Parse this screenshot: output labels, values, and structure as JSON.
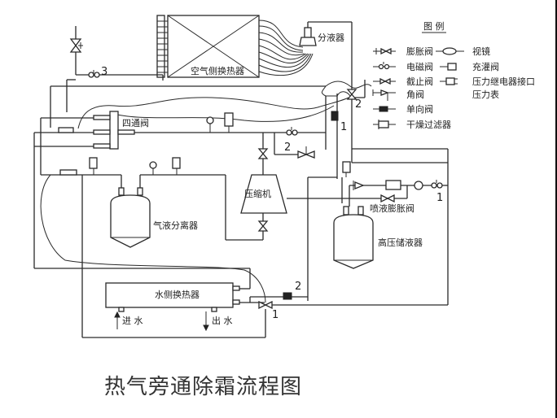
{
  "title": "热气旁通除霜流程图",
  "components": {
    "air_hx": "空气侧换热器",
    "distributor": "分液器",
    "four_way_valve": "四通阀",
    "compressor": "压缩机",
    "gas_liquid_separator": "气液分离器",
    "receiver": "高压储液器",
    "spray_exp_valve": "喷液膨胀阀",
    "water_hx": "水侧换热器",
    "water_in": "进 水",
    "water_out": "出 水"
  },
  "numbers": {
    "n3": "3",
    "n2a": "2",
    "n2b": "2",
    "n1a": "1",
    "n1b": "1",
    "n2c": "2",
    "n1c": "1"
  },
  "legend": {
    "title": "图  例",
    "left": [
      "膨胀阀",
      "电磁阀",
      "截止阀",
      "角阀",
      "单向阀",
      "干燥过滤器"
    ],
    "right": [
      "视镜",
      "充灌阀",
      "压力继电器接口",
      "压力表"
    ]
  }
}
